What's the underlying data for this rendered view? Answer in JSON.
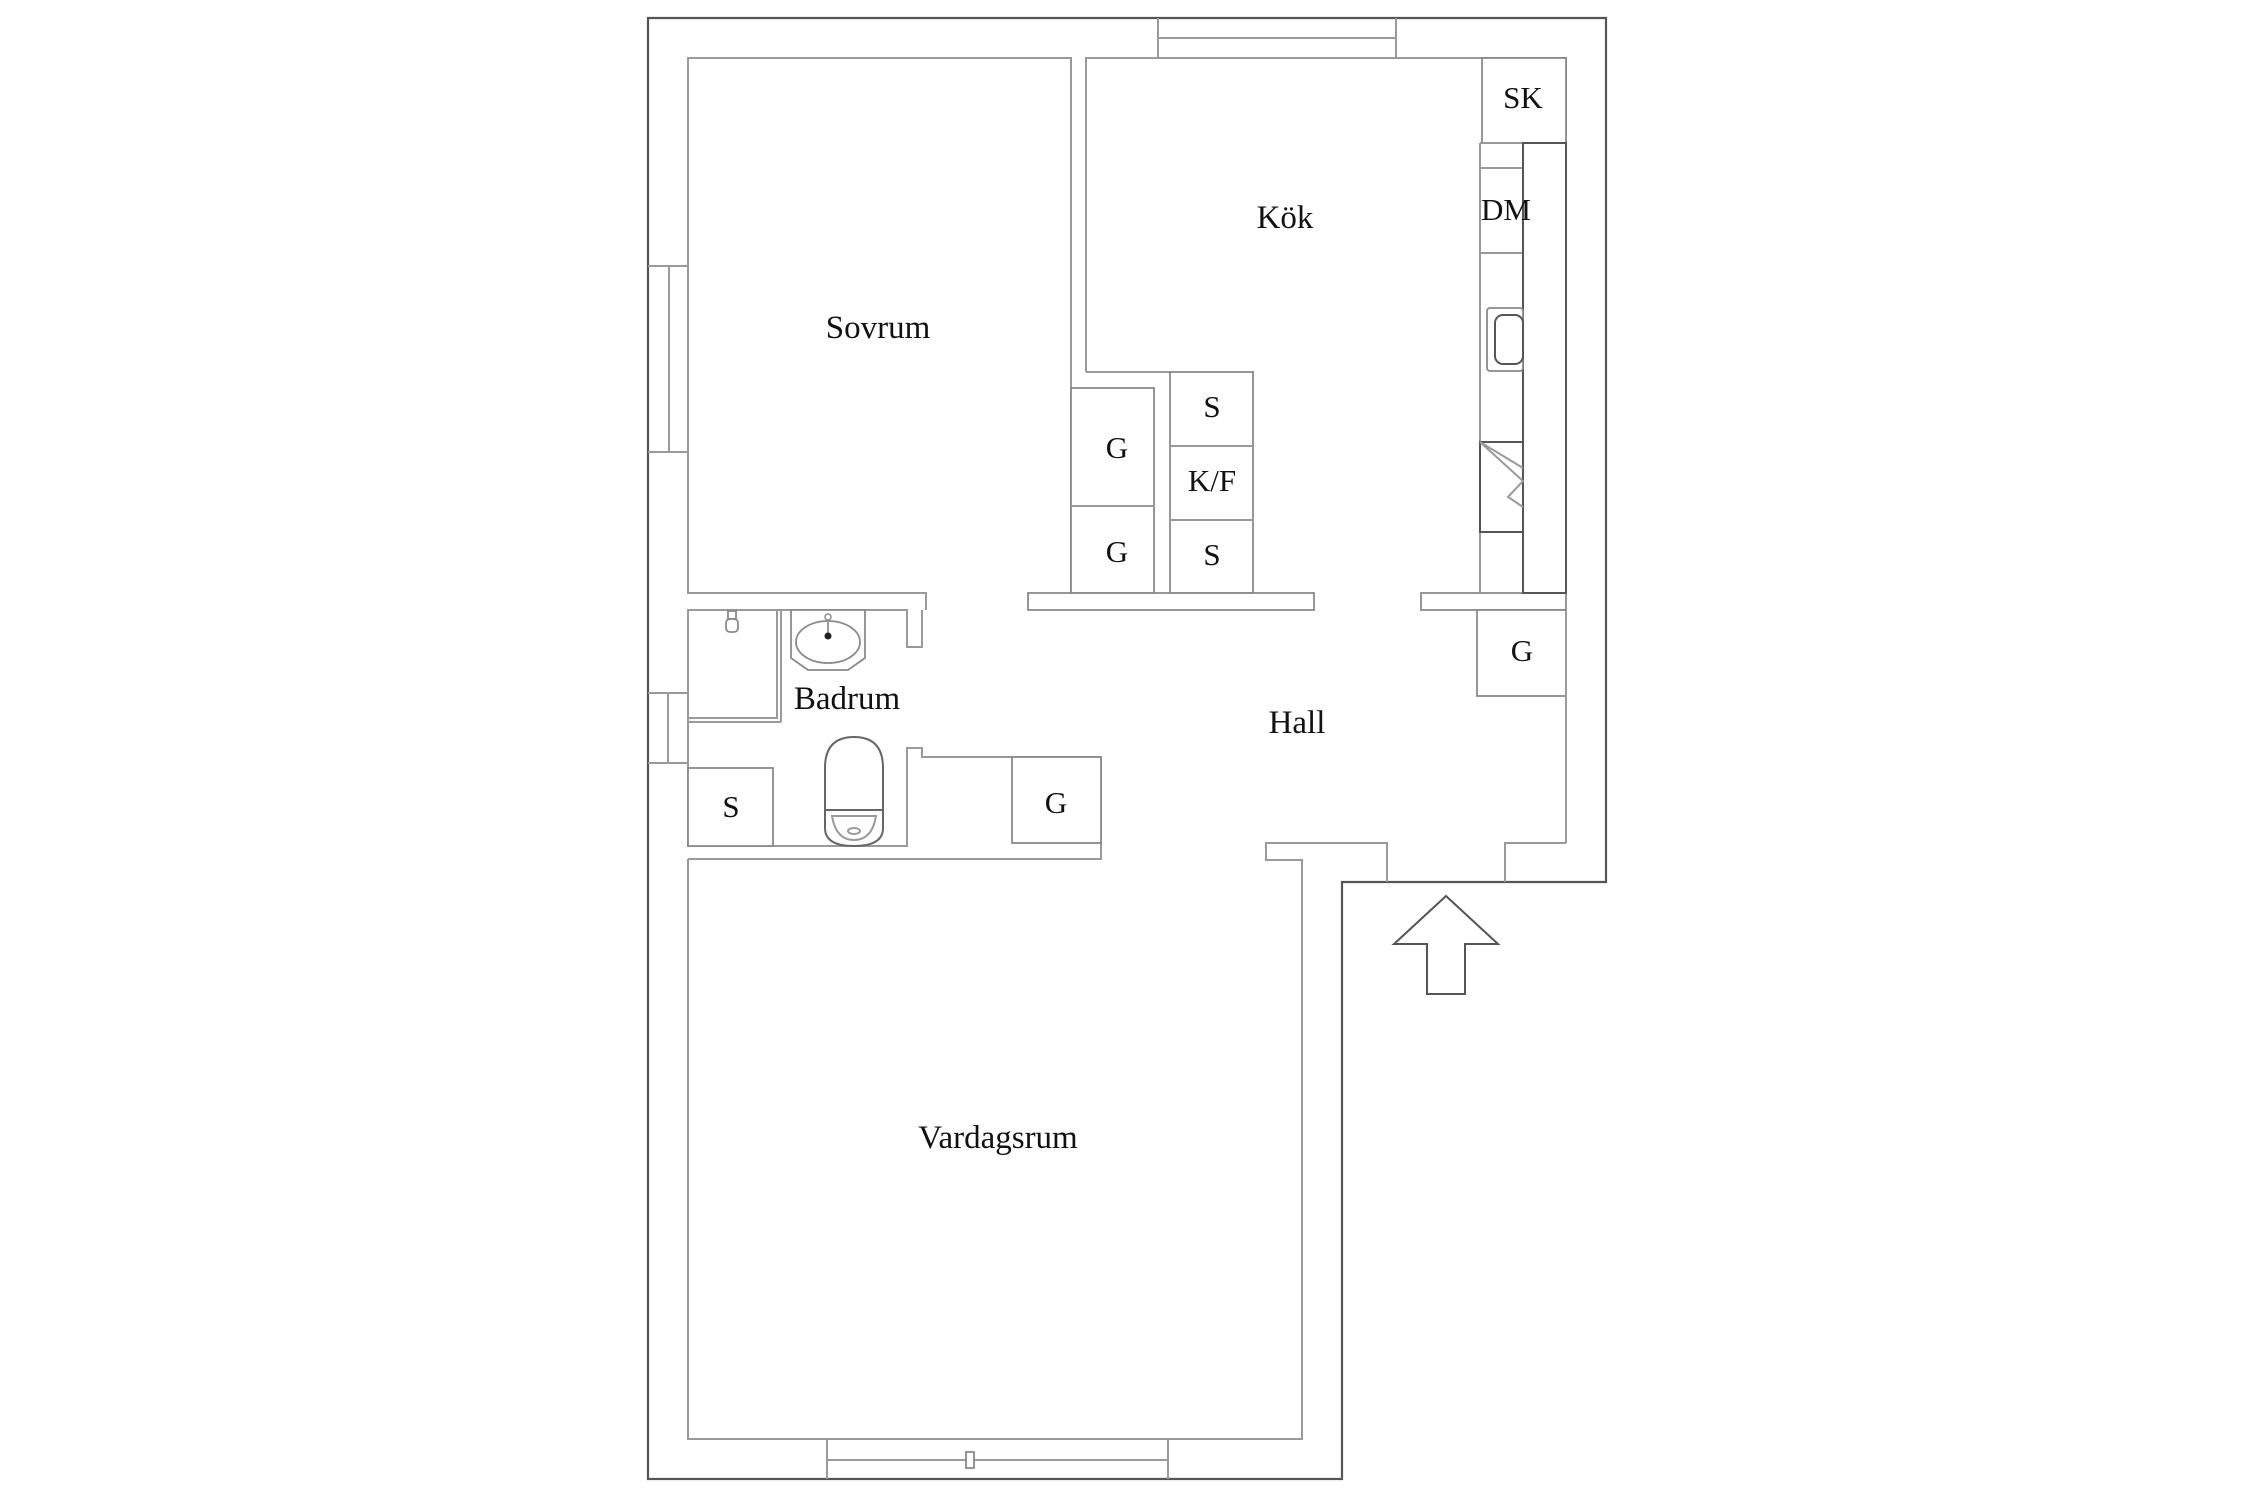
{
  "floorplan": {
    "rooms": [
      {
        "id": "sovrum",
        "label": "Sovrum"
      },
      {
        "id": "kok",
        "label": "Kök"
      },
      {
        "id": "badrum",
        "label": "Badrum"
      },
      {
        "id": "hall",
        "label": "Hall"
      },
      {
        "id": "vardagsrum",
        "label": "Vardagsrum"
      }
    ],
    "fixtures": {
      "kitchen_sk": "SK",
      "kitchen_dm": "DM",
      "closet_g1": "G",
      "closet_g2": "G",
      "closet_s1": "S",
      "closet_kf": "K/F",
      "closet_s2": "S",
      "hall_g": "G",
      "badrum_s": "S",
      "badrum_g": "G"
    },
    "entrance": "entrance-arrow"
  }
}
